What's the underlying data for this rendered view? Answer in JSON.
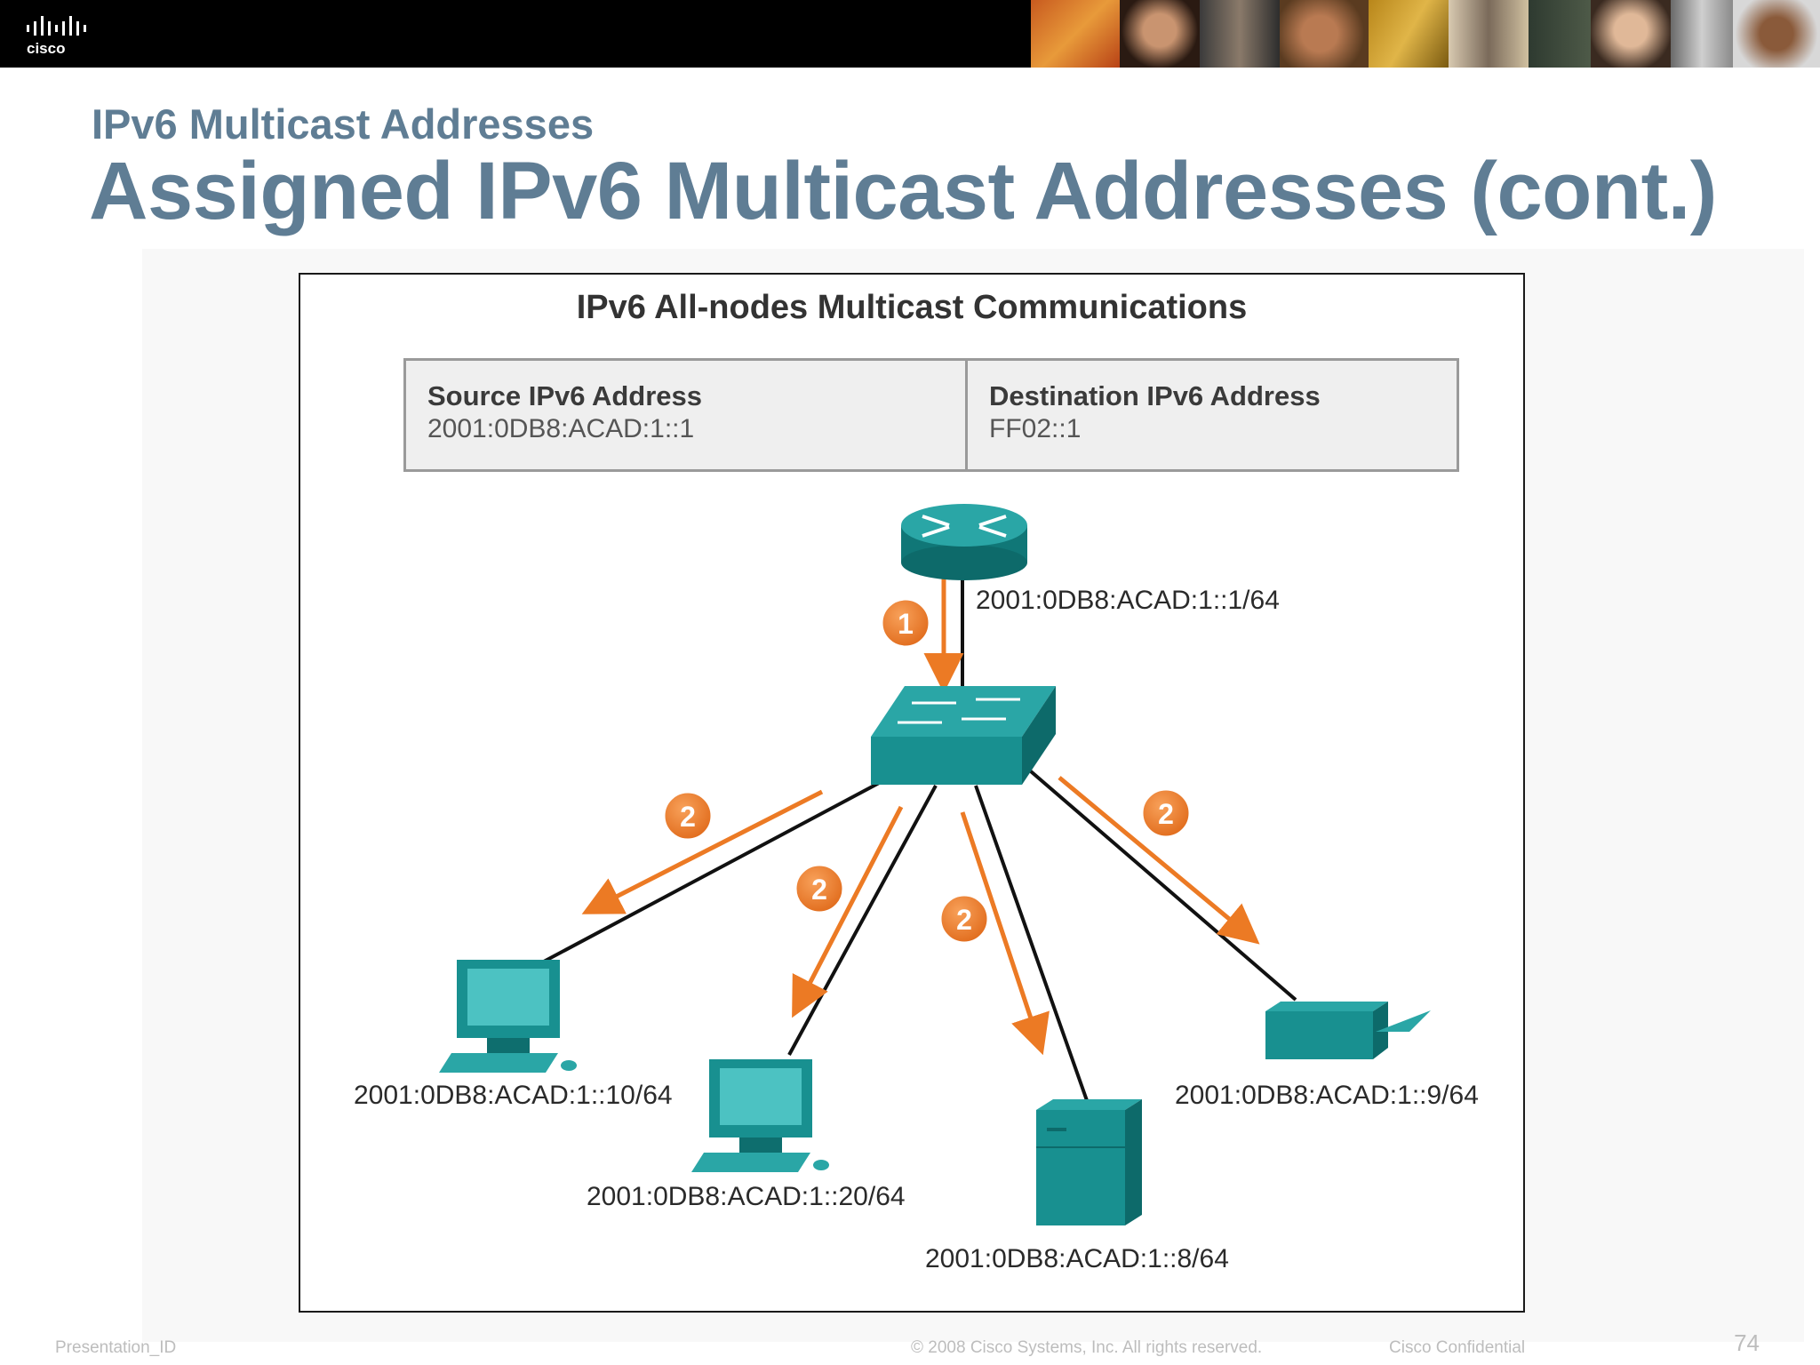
{
  "brand": {
    "name": "cisco"
  },
  "slide": {
    "subtitle": "IPv6 Multicast Addresses",
    "title": "Assigned IPv6 Multicast Addresses (cont.)"
  },
  "figure": {
    "title": "IPv6 All-nodes Multicast Communications",
    "source": {
      "label": "Source IPv6 Address",
      "value": "2001:0DB8:ACAD:1::1"
    },
    "destination": {
      "label": "Destination IPv6 Address",
      "value": "FF02::1"
    },
    "router": {
      "address": "2001:0DB8:ACAD:1::1/64"
    },
    "hosts": [
      {
        "device": "pc",
        "address": "2001:0DB8:ACAD:1::10/64"
      },
      {
        "device": "pc",
        "address": "2001:0DB8:ACAD:1::20/64"
      },
      {
        "device": "server",
        "address": "2001:0DB8:ACAD:1::8/64"
      },
      {
        "device": "printer",
        "address": "2001:0DB8:ACAD:1::9/64"
      }
    ],
    "steps": {
      "router_to_switch": "1",
      "switch_to_hosts": "2"
    },
    "colors": {
      "device": "#1a9a99",
      "device_dark": "#0e6e6e",
      "arrow": "#ec7a24",
      "link": "#111111"
    }
  },
  "footer": {
    "left": "Presentation_ID",
    "center": "© 2008 Cisco Systems, Inc. All rights reserved.",
    "right": "Cisco Confidential",
    "page": "74"
  }
}
